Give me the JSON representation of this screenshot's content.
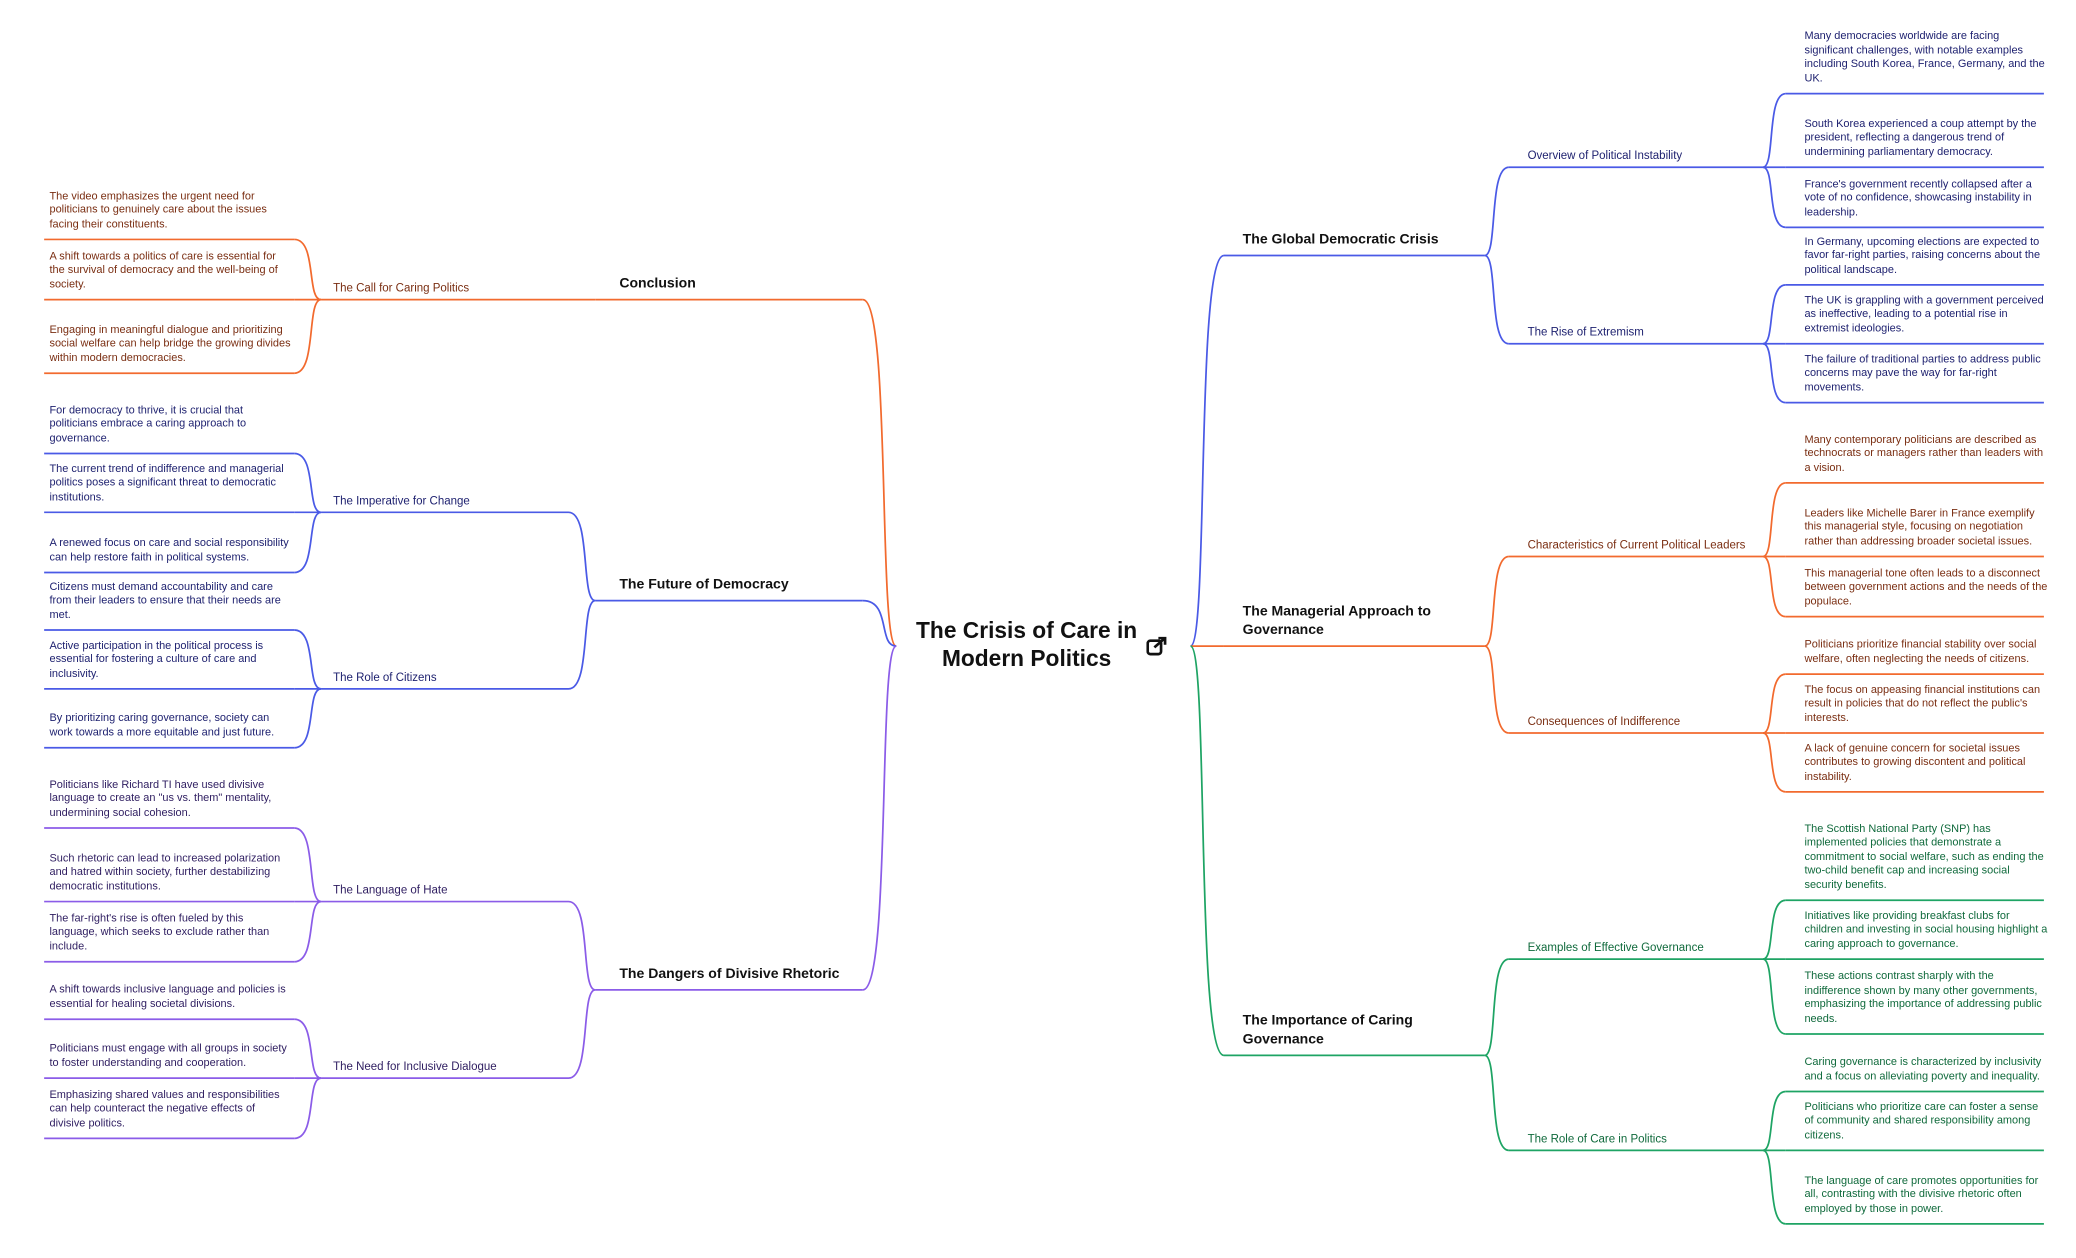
{
  "root": {
    "title": "The Crisis of Care in Modern Politics",
    "icon": "external-link-icon"
  },
  "branches": [
    {
      "side": "right",
      "color": "#4a5ae6",
      "text_color": "#1f2270",
      "label": "The Global Democratic Crisis",
      "subtopics": [
        {
          "label": "Overview of Political Instability",
          "leaves": [
            "Many democracies worldwide are facing significant challenges, with notable examples including South Korea, France, Germany, and the UK.",
            "South Korea experienced a coup attempt by the president, reflecting a dangerous trend of undermining parliamentary democracy.",
            "France's government recently collapsed after a vote of no confidence, showcasing instability in leadership."
          ]
        },
        {
          "label": "The Rise of Extremism",
          "leaves": [
            "In Germany, upcoming elections are expected to favor far-right parties, raising concerns about the political landscape.",
            "The UK is grappling with a government perceived as ineffective, leading to a potential rise in extremist ideologies.",
            "The failure of traditional parties to address public concerns may pave the way for far-right movements."
          ]
        }
      ]
    },
    {
      "side": "right",
      "color": "#f26a2e",
      "text_color": "#7a2e12",
      "label": "The Managerial Approach to Governance",
      "subtopics": [
        {
          "label": "Characteristics of Current Political Leaders",
          "leaves": [
            "Many contemporary politicians are described as technocrats or managers rather than leaders with a vision.",
            "Leaders like Michelle Barer in France exemplify this managerial style, focusing on negotiation rather than addressing broader societal issues.",
            "This managerial tone often leads to a disconnect between government actions and the needs of the populace."
          ]
        },
        {
          "label": "Consequences of Indifference",
          "leaves": [
            "Politicians prioritize financial stability over social welfare, often neglecting the needs of citizens.",
            "The focus on appeasing financial institutions can result in policies that do not reflect the public's interests.",
            "A lack of genuine concern for societal issues contributes to growing discontent and political instability."
          ]
        }
      ]
    },
    {
      "side": "right",
      "color": "#1ea464",
      "text_color": "#106a3c",
      "label": "The Importance of Caring Governance",
      "subtopics": [
        {
          "label": "Examples of Effective Governance",
          "leaves": [
            "The Scottish National Party (SNP) has implemented policies that demonstrate a commitment to social welfare, such as ending the two-child benefit cap and increasing social security benefits.",
            "Initiatives like providing breakfast clubs for children and investing in social housing highlight a caring approach to governance.",
            "These actions contrast sharply with the indifference shown by many other governments, emphasizing the importance of addressing public needs."
          ]
        },
        {
          "label": "The Role of Care in Politics",
          "leaves": [
            "Caring governance is characterized by inclusivity and a focus on alleviating poverty and inequality.",
            "Politicians who prioritize care can foster a sense of community and shared responsibility among citizens.",
            "The language of care promotes opportunities for all, contrasting with the divisive rhetoric often employed by those in power."
          ]
        }
      ]
    },
    {
      "side": "left",
      "color": "#f26a2e",
      "text_color": "#7a2e12",
      "label": "Conclusion",
      "subtopics": [
        {
          "label": "The Call for Caring Politics",
          "leaves": [
            "The video emphasizes the urgent need for politicians to genuinely care about the issues facing their constituents.",
            "A shift towards a politics of care is essential for the survival of democracy and the well-being of society.",
            "Engaging in meaningful dialogue and prioritizing social welfare can help bridge the growing divides within modern democracies."
          ]
        }
      ]
    },
    {
      "side": "left",
      "color": "#4a5ae6",
      "text_color": "#1f2270",
      "label": "The Future of Democracy",
      "subtopics": [
        {
          "label": "The Imperative for Change",
          "leaves": [
            "For democracy to thrive, it is crucial that politicians embrace a caring approach to governance.",
            "The current trend of indifference and managerial politics poses a significant threat to democratic institutions.",
            "A renewed focus on care and social responsibility can help restore faith in political systems."
          ]
        },
        {
          "label": "The Role of Citizens",
          "leaves": [
            "Citizens must demand accountability and care from their leaders to ensure that their needs are met.",
            "Active participation in the political process is essential for fostering a culture of care and inclusivity.",
            "By prioritizing caring governance, society can work towards a more equitable and just future."
          ]
        }
      ]
    },
    {
      "side": "left",
      "color": "#8b5ce8",
      "text_color": "#2e1d60",
      "label": "The Dangers of Divisive Rhetoric",
      "subtopics": [
        {
          "label": "The Language of Hate",
          "leaves": [
            "Politicians like Richard TI have used divisive language to create an \"us vs. them\" mentality, undermining social cohesion.",
            "Such rhetoric can lead to increased polarization and hatred within society, further destabilizing democratic institutions.",
            "The far-right's rise is often fueled by this language, which seeks to exclude rather than include."
          ]
        },
        {
          "label": "The Need for Inclusive Dialogue",
          "leaves": [
            "A shift towards inclusive language and policies is essential for healing societal divisions.",
            "Politicians must engage with all groups in society to foster understanding and cooperation.",
            "Emphasizing shared values and responsibilities can help counteract the negative effects of divisive politics."
          ]
        }
      ]
    }
  ]
}
